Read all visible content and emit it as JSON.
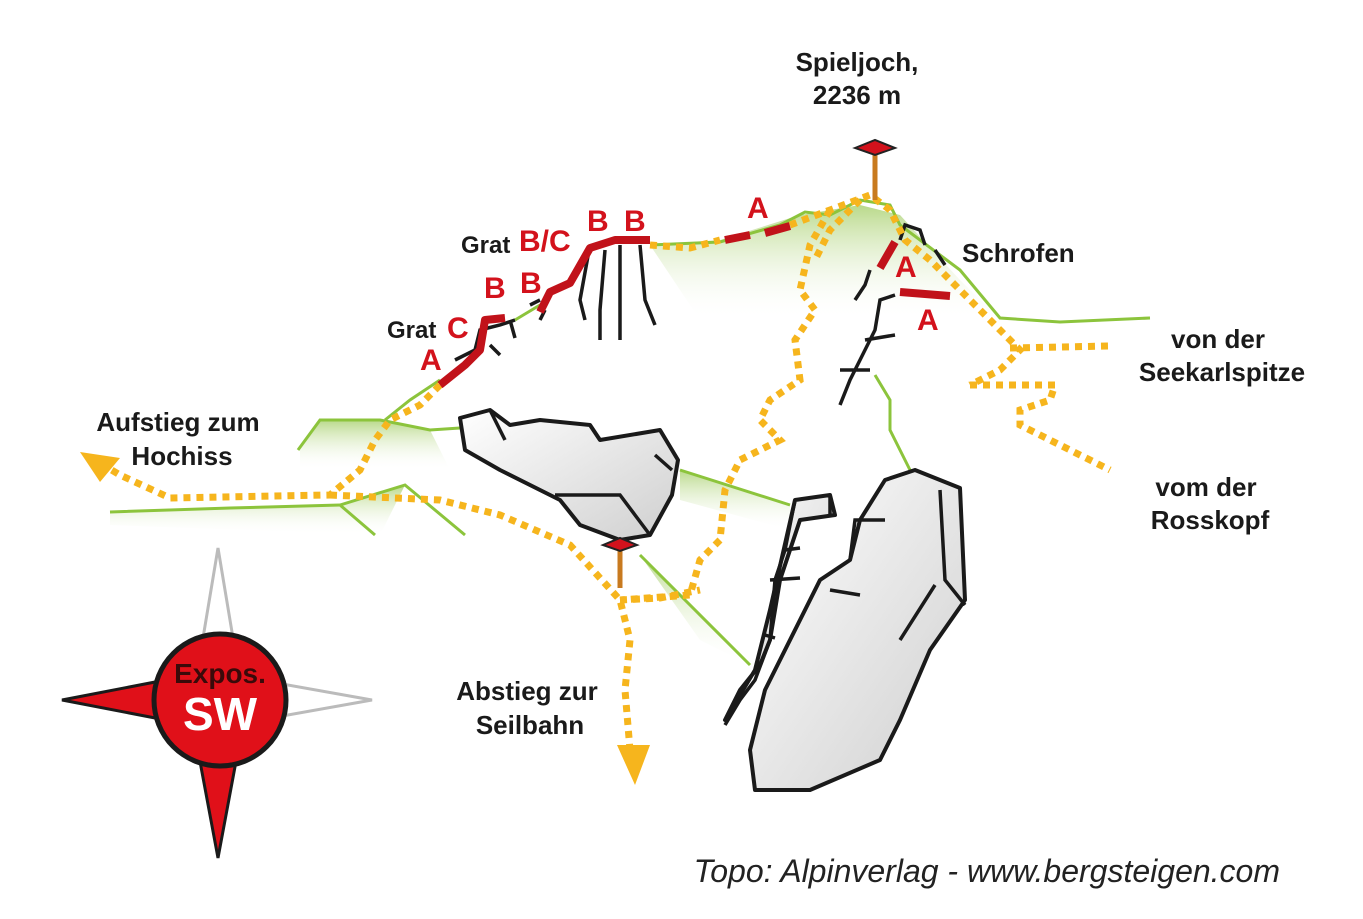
{
  "summit": {
    "name": "Spieljoch,",
    "elevation": "2236 m"
  },
  "labels": {
    "schrofen": "Schrofen",
    "seekarl_1": "von der",
    "seekarl_2": "Seekarlspitze",
    "rosskopf_1": "vom der",
    "rosskopf_2": "Rosskopf",
    "aufstieg_1": "Aufstieg zum",
    "aufstieg_2": "Hochiss",
    "abstieg_1": "Abstieg zur",
    "abstieg_2": "Seilbahn",
    "grat_upper": "Grat",
    "grat_lower": "Grat"
  },
  "grades": {
    "g1": "A",
    "g2": "C",
    "g3": "B",
    "g4": "B",
    "g5": "B/C",
    "g6": "B",
    "g7": "B",
    "g8": "A",
    "g9": "A",
    "g10": "A"
  },
  "compass": {
    "line1": "Expos.",
    "line2": "SW"
  },
  "credit": "Topo: Alpinverlag - www.bergsteigen.com",
  "colors": {
    "route": "#c1121a",
    "trail": "#f6b51d",
    "ridge": "#8cc43c",
    "compass": "#e01019"
  }
}
